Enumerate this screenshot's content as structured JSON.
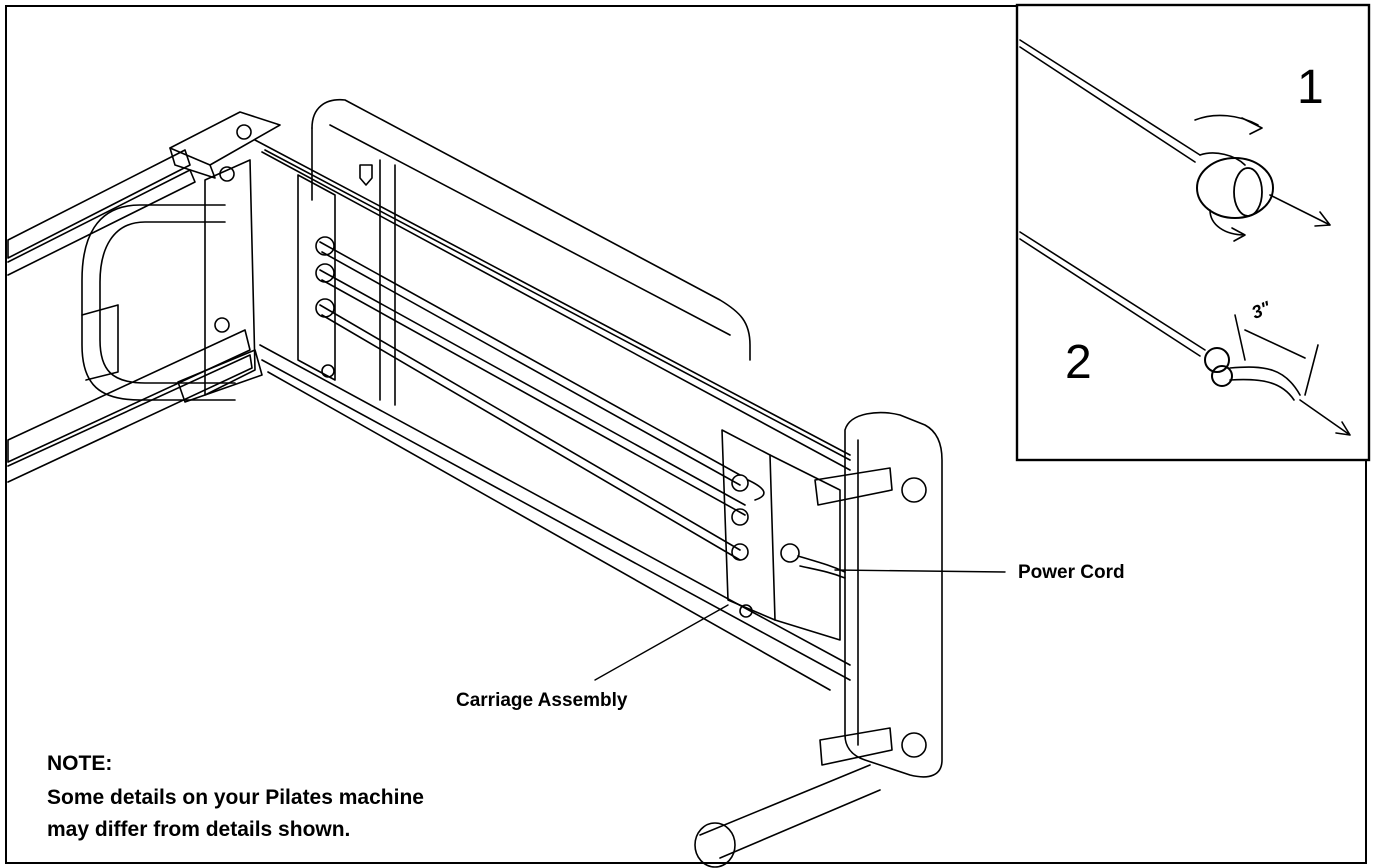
{
  "labels": {
    "power_cord": "Power Cord",
    "carriage_assembly": "Carriage Assembly"
  },
  "note": {
    "heading": "NOTE:",
    "line1": "Some details on your Pilates machine",
    "line2": "may differ from details shown."
  },
  "inset": {
    "step1": "1",
    "step2": "2",
    "dimension": "3\""
  },
  "colors": {
    "line": "#000000",
    "background": "#ffffff"
  }
}
